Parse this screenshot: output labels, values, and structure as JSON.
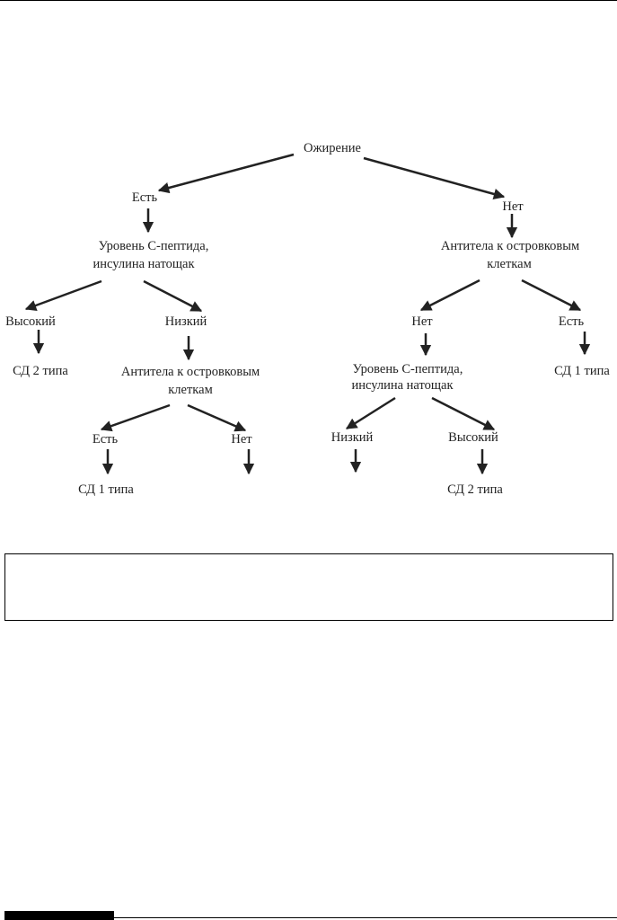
{
  "diagram": {
    "root": "Ожирение",
    "left": {
      "label": "Есть",
      "test": [
        "Уровень С-пептида,",
        "инсулина натощак"
      ],
      "high": {
        "label": "Высокий",
        "result": "СД 2 типа"
      },
      "low": {
        "label": "Низкий",
        "test": [
          "Антитела к островковым",
          "клеткам"
        ],
        "yes": {
          "label": "Есть",
          "result": "СД 1 типа"
        },
        "no": {
          "label": "Нет"
        }
      }
    },
    "right": {
      "label": "Нет",
      "test": [
        "Антитела к островковым",
        "клеткам"
      ],
      "no": {
        "label": "Нет",
        "test": [
          "Уровень С-пептида,",
          "инсулина натощак"
        ],
        "low": {
          "label": "Низкий"
        },
        "high": {
          "label": "Высокий",
          "result": "СД 2 типа"
        }
      },
      "yes": {
        "label": "Есть",
        "result": "СД 1 типа"
      }
    }
  }
}
